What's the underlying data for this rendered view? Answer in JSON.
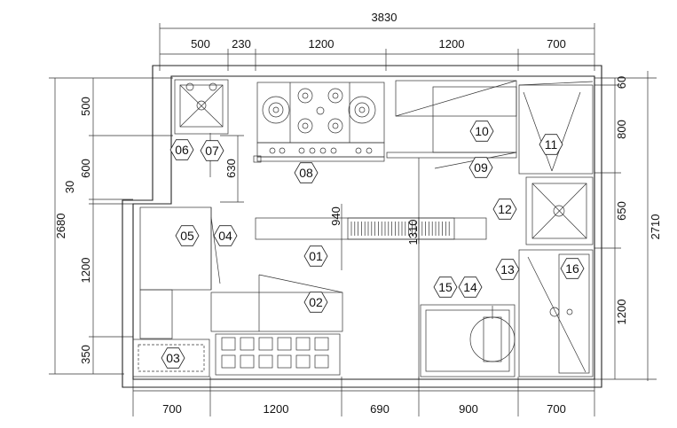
{
  "dimensions": {
    "top_total": "3830",
    "top_segments": [
      "500",
      "230",
      "1200",
      "1200",
      "700"
    ],
    "bottom_segments": [
      "700",
      "1200",
      "690",
      "900",
      "700"
    ],
    "left_total": "2680",
    "left_segments": [
      "500",
      "600",
      "30",
      "1200",
      "350"
    ],
    "left_inner": "630",
    "right_total": "2710",
    "right_segments": [
      "60",
      "800",
      "650",
      "1200"
    ],
    "center_940": "940",
    "center_1310": "1310"
  },
  "equipment_tags": [
    "01",
    "02",
    "03",
    "04",
    "05",
    "06",
    "07",
    "08",
    "09",
    "10",
    "11",
    "12",
    "13",
    "14",
    "15",
    "16"
  ]
}
